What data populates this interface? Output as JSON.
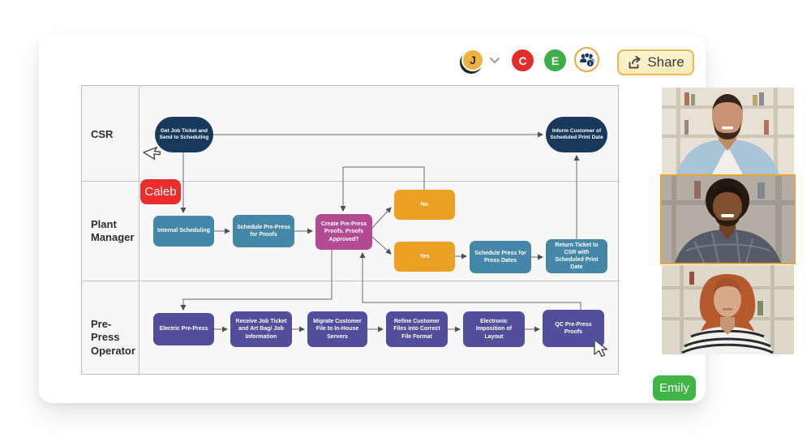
{
  "header": {
    "account_menu": {
      "initial": "J",
      "color": "#F2B13C"
    },
    "collaborator_avatars": [
      {
        "initial": "C",
        "color": "#E52C2C"
      },
      {
        "initial": "E",
        "color": "#3FAE4A"
      }
    ],
    "share_button": {
      "label": "Share"
    }
  },
  "cursors": [
    {
      "name": "Caleb",
      "color": "#ED2C2C"
    },
    {
      "name": "Emily",
      "color": "#3EB544"
    }
  ],
  "diagram": {
    "palette": {
      "navy": "#17395B",
      "blue": "#4587A9",
      "magenta": "#B44B92",
      "orange": "#EB9F23",
      "purple": "#534E9C"
    },
    "lanes": [
      {
        "label": "CSR"
      },
      {
        "label": "Plant Manager"
      },
      {
        "label": "Pre-Press Operator"
      }
    ],
    "nodes": [
      {
        "id": "get-job-ticket",
        "type": "navy",
        "shape": "pill",
        "label": "Get Job Ticket and Send to Scheduling"
      },
      {
        "id": "inform-customer",
        "type": "navy",
        "shape": "pill",
        "label": "Inform Customer of Scheduled Print Date"
      },
      {
        "id": "internal-scheduling",
        "type": "blue",
        "shape": "rect",
        "label": "Internal Scheduling"
      },
      {
        "id": "schedule-pre-press",
        "type": "blue",
        "shape": "rect",
        "label": "Schedule Pre-Press for Proofs"
      },
      {
        "id": "create-pre-press",
        "type": "magenta",
        "shape": "rect",
        "label": "Create Pre-Press Proofs. Proofs Approved?"
      },
      {
        "id": "no-branch",
        "type": "orange",
        "shape": "rect",
        "label": "No"
      },
      {
        "id": "yes-branch",
        "type": "orange",
        "shape": "rect",
        "label": "Yes"
      },
      {
        "id": "schedule-press",
        "type": "blue",
        "shape": "rect",
        "label": "Schedule Press for Press Dates"
      },
      {
        "id": "return-ticket",
        "type": "blue",
        "shape": "rect",
        "label": "Return Ticket to CSR with Scheduled Print Date"
      },
      {
        "id": "electric-pre-press",
        "type": "purple",
        "shape": "rect",
        "label": "Electric Pre-Press"
      },
      {
        "id": "receive-job-ticket",
        "type": "purple",
        "shape": "rect",
        "label": "Receive Job Ticket and Art Bag/ Job Information"
      },
      {
        "id": "migrate-customer-file",
        "type": "purple",
        "shape": "rect",
        "label": "Migrate Customer File to In-House Servers"
      },
      {
        "id": "refine-customer-files",
        "type": "purple",
        "shape": "rect",
        "label": "Refine Customer Files into Correct File Format"
      },
      {
        "id": "electronic-imposition",
        "type": "purple",
        "shape": "rect",
        "label": "Electronic Imposition of Layout"
      },
      {
        "id": "qc-pre-press",
        "type": "purple",
        "shape": "rect",
        "label": "QC Pre-Press Proofs"
      }
    ]
  },
  "video_call": {
    "active_border_color": "#E8A33D",
    "tiles": [
      {
        "participant": "man-blue-shirt",
        "active": false
      },
      {
        "participant": "man-plaid-shirt",
        "active": true
      },
      {
        "participant": "woman-striped-shirt",
        "active": false
      }
    ]
  }
}
